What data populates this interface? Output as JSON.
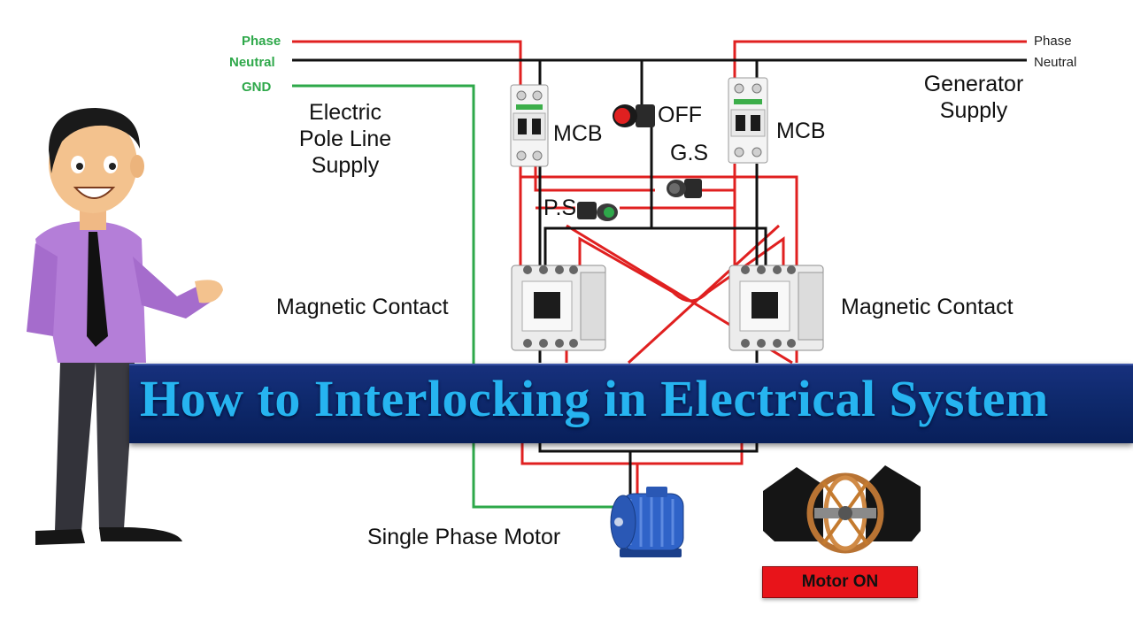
{
  "title": "How to Interlocking in Electrical System",
  "left_supply": {
    "phase": "Phase",
    "neutral": "Neutral",
    "gnd": "GND",
    "caption_lines": [
      "Electric",
      "Pole Line",
      "Supply"
    ]
  },
  "right_supply": {
    "phase": "Phase",
    "neutral": "Neutral",
    "caption_lines": [
      "Generator",
      "Supply"
    ]
  },
  "components": {
    "mcb_left": "MCB",
    "mcb_right": "MCB",
    "off_button": "OFF",
    "gs_button": "G.S",
    "ps_button": "P.S",
    "contactor_left": "Magnetic Contact",
    "contactor_right": "Magnetic Contact",
    "motor": "Single Phase Motor",
    "motor_status": "Motor ON"
  },
  "colors": {
    "phase": "#e02020",
    "neutral": "#111111",
    "ground": "#2ea84a",
    "banner": "#0f2a6e",
    "banner_text": "#26b4f0",
    "status_bg": "#e8141a"
  },
  "icons": [
    "presenter-figure",
    "mcb-breaker",
    "push-button",
    "contactor",
    "electric-motor",
    "rotor"
  ]
}
